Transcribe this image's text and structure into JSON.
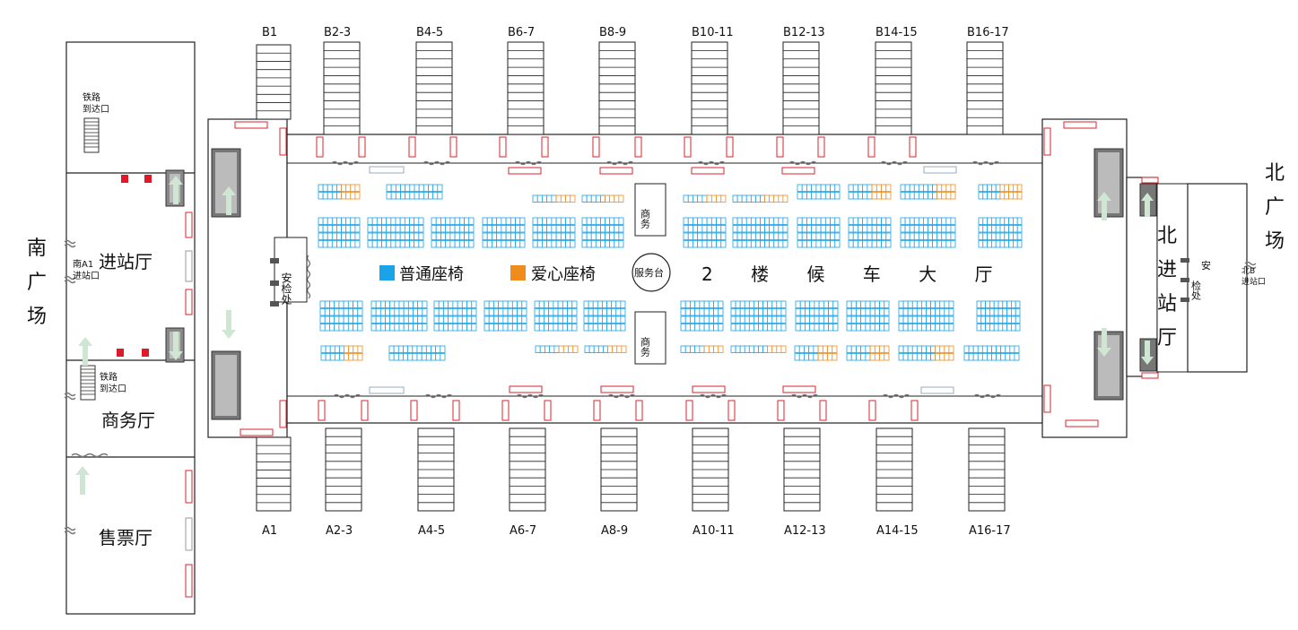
{
  "hall": {
    "title": "2 楼 候 车 大 厅",
    "legend": [
      {
        "label": "普通座椅",
        "color": "#1aa3e8"
      },
      {
        "label": "爱心座椅",
        "color": "#f08c1e"
      }
    ],
    "service_desk": "服务台",
    "business_top": "商务",
    "business_bottom": "商务",
    "security_left": "安检处"
  },
  "gates_top": [
    "B1",
    "B2-3",
    "B4-5",
    "B6-7",
    "B8-9",
    "B10-11",
    "B12-13",
    "B14-15",
    "B16-17"
  ],
  "gates_bottom": [
    "A1",
    "A2-3",
    "A4-5",
    "A6-7",
    "A8-9",
    "A10-11",
    "A12-13",
    "A14-15",
    "A16-17"
  ],
  "south": {
    "plaza": [
      "南",
      "广",
      "场"
    ],
    "entry_label": [
      "南A1",
      "进站口"
    ],
    "rail_arrival_top": [
      "铁路",
      "到达口"
    ],
    "rail_arrival_bottom": [
      "铁路",
      "到达口"
    ],
    "entry_hall": "进站厅",
    "business_hall": "商务厅",
    "ticket_hall": "售票厅"
  },
  "north": {
    "plaza": [
      "北",
      "广",
      "场"
    ],
    "entry_hall": [
      "北",
      "进",
      "站",
      "厅"
    ],
    "security": [
      "安",
      "检处"
    ],
    "entry_label": [
      "北B",
      "进站口"
    ]
  },
  "colors": {
    "normal_seat": "#1aa3e8",
    "love_seat": "#f08c1e",
    "door_outline": "#d9262c",
    "arrow": "#cfe6d2",
    "wall": "#222222"
  }
}
